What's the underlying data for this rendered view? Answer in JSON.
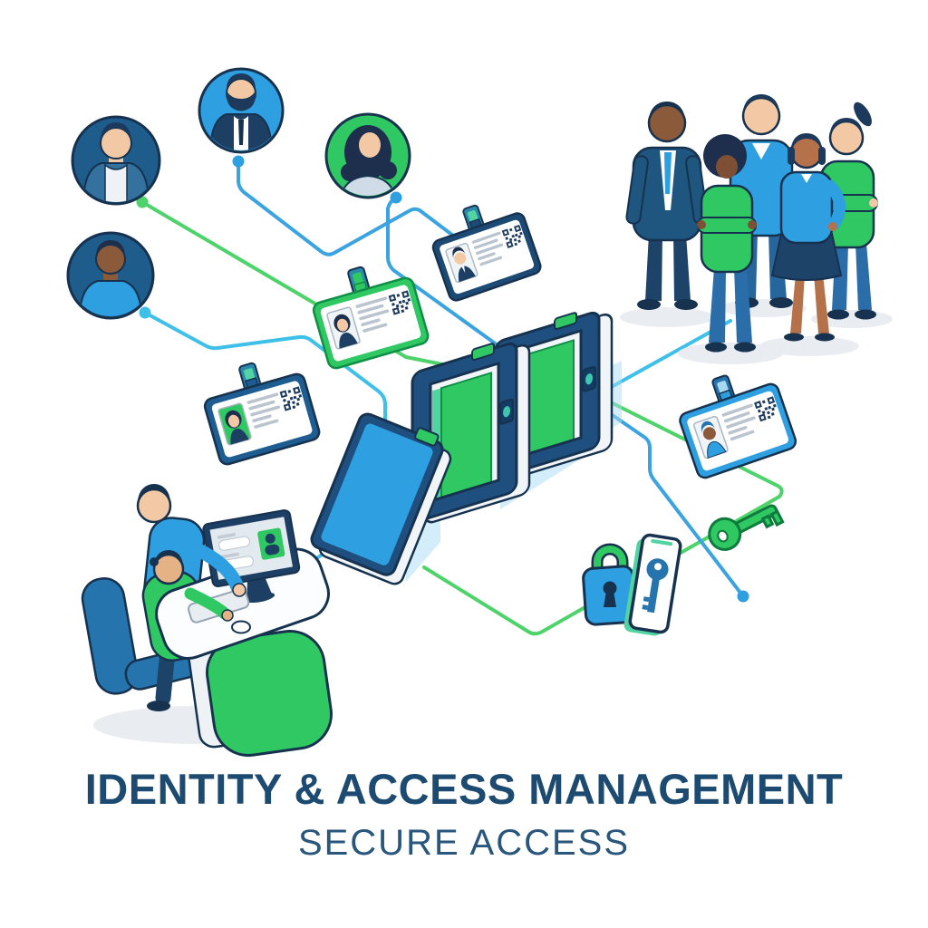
{
  "header": {
    "title": "IDENTITY & ACCESS MANAGEMENT",
    "subtitle": "SECURE ACCESS"
  },
  "scene": {
    "user_avatars": [
      {
        "id": "user-avatar-1",
        "desc": "man-light-jacket-dark-blue-circle"
      },
      {
        "id": "user-avatar-2",
        "desc": "bearded-man-suit-blue-circle"
      },
      {
        "id": "user-avatar-3",
        "desc": "woman-dark-hair-green-circle"
      },
      {
        "id": "user-avatar-4",
        "desc": "man-blue-tshirt-dark-blue-circle"
      }
    ],
    "id_badges": [
      {
        "id": "id-badge-green",
        "desc": "green-badge-woman-photo-qr"
      },
      {
        "id": "id-badge-top-blue",
        "desc": "navy-badge-suit-man-photo-qr"
      },
      {
        "id": "id-badge-left-blue",
        "desc": "navy-badge-woman-green-photo-qr"
      },
      {
        "id": "id-badge-right-blue",
        "desc": "blue-badge-man-photo-qr"
      }
    ],
    "access_gates": [
      {
        "id": "gate-panel-blue",
        "desc": "blue-panel-with-scanner-pad"
      },
      {
        "id": "gate-middle",
        "desc": "turnstile-frame-green-door-reader"
      },
      {
        "id": "gate-right",
        "desc": "turnstile-frame-green-door-reader"
      }
    ],
    "security_items": [
      {
        "id": "padlock-icon",
        "desc": "blue-padlock-green-shackle"
      },
      {
        "id": "mobile-key-icon",
        "desc": "phone-with-blue-key-glyph"
      },
      {
        "id": "access-key-icon",
        "desc": "green-key"
      }
    ],
    "people_group": {
      "id": "employee-group",
      "count": 5
    },
    "help_desk": {
      "id": "enrollment-desk-scene",
      "people": 2,
      "monitor": "form-and-green-id-panel"
    }
  },
  "colors": {
    "background": "#ffffff",
    "outline_navy": "#16324f",
    "deep_blue": "#1e4f7e",
    "bright_blue": "#2e9fe0",
    "brand_green": "#2fc863",
    "line_green": "#4ed36b",
    "line_blue": "#3ba4e0",
    "line_cyan": "#3fc0e8",
    "title_text": "#1c4a70",
    "subtitle_text": "#29567c",
    "shadow_gray": "#e9edf1"
  }
}
